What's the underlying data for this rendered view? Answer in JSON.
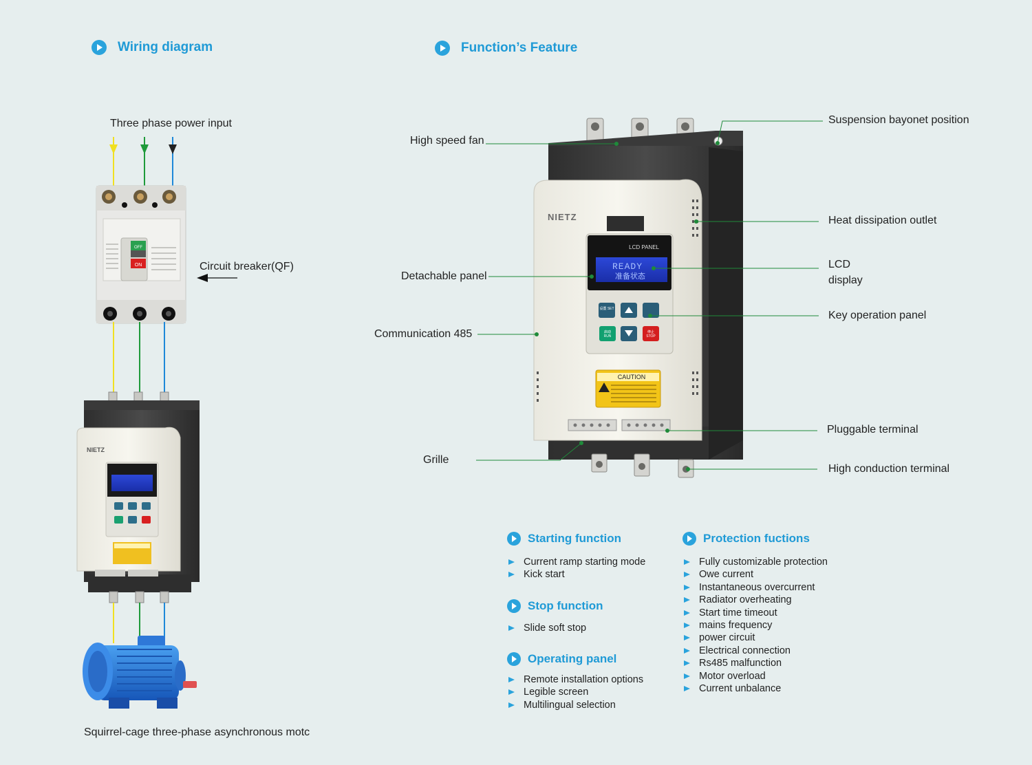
{
  "headers": {
    "wiring": "Wiring diagram",
    "feature": "Function’s Feature"
  },
  "wiring": {
    "power_input": "Three phase power input",
    "breaker": "Circuit breaker(QF)",
    "motor": "Squirrel-cage three-phase asynchronous motc",
    "breaker_on": "ON",
    "breaker_off": "OFF"
  },
  "device": {
    "brand": "NIETZ",
    "lcd_panel": "LCD PANEL",
    "lcd_line1": "READY",
    "lcd_line2": "准备状态",
    "caution": "CAUTION",
    "keys": {
      "set": "设置 SET",
      "run": "启动 RUN",
      "stop": "停止 STOP"
    }
  },
  "callouts": {
    "fan": "High speed fan",
    "detachable": "Detachable panel",
    "comm": "Communication 485",
    "grille": "Grille",
    "suspension": "Suspension bayonet position",
    "heat": "Heat dissipation outlet",
    "lcd_1": "LCD",
    "lcd_2": "display",
    "key": "Key operation panel",
    "pluggable": "Pluggable terminal",
    "conduction": "High conduction terminal"
  },
  "sections": {
    "starting": {
      "title": "Starting function",
      "items": [
        "Current ramp starting mode",
        "Kick start"
      ]
    },
    "stop": {
      "title": "Stop function",
      "items": [
        "Slide soft stop"
      ]
    },
    "operating": {
      "title": "Operating panel",
      "items": [
        "Remote installation options",
        "Legible screen",
        "Multilingual selection"
      ]
    },
    "protection": {
      "title": "Protection fuctions",
      "items": [
        "Fully customizable protection",
        "Owe current",
        "Instantaneous overcurrent",
        "Radiator overheating",
        "Start time timeout",
        "mains frequency",
        "power circuit",
        "Electrical connection",
        "Rs485 malfunction",
        "Motor overload",
        "Current unbalance"
      ]
    }
  },
  "colors": {
    "accent": "#1f9ad6",
    "wire_yellow": "#f0e020",
    "wire_green": "#1f9a3a",
    "wire_blue": "#1e88d8",
    "leader": "#1f8a3a"
  }
}
